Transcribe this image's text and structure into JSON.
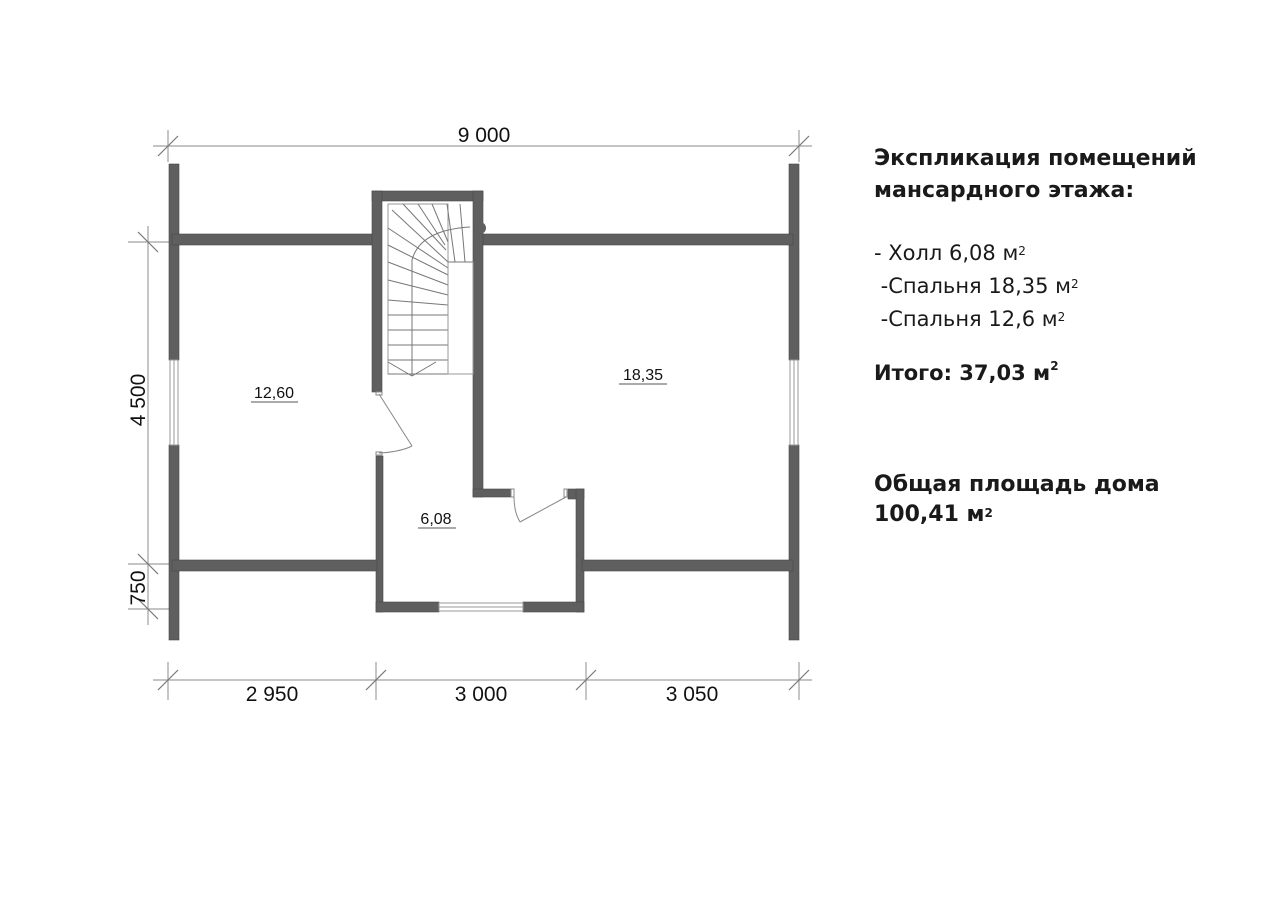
{
  "plan": {
    "wall_color": "#5f5f5f",
    "dim_line_color": "#a0a0a0",
    "dimensions": {
      "top_total": "9 000",
      "left_main": "4 500",
      "left_small": "750",
      "bottom": [
        "2 950",
        "3 000",
        "3 050"
      ]
    },
    "rooms": [
      {
        "name": "bedroom-left",
        "area": "12,60"
      },
      {
        "name": "bedroom-right",
        "area": "18,35"
      },
      {
        "name": "hall",
        "area": "6,08"
      }
    ]
  },
  "legend": {
    "title_line1": "Экспликация помещений",
    "title_line2": "мансардного этажа:",
    "items": [
      {
        "text": "- Холл 6,08 м",
        "sup": "2"
      },
      {
        "text": " -Спальня 18,35 м",
        "sup": "2"
      },
      {
        "text": " -Спальня 12,6 м",
        "sup": "2"
      }
    ],
    "total_text": "Итого: 37,03 м",
    "total_sup": "2",
    "house_line1": "Общая площадь дома",
    "house_line2": "100,41 м",
    "house_sup": "2"
  }
}
